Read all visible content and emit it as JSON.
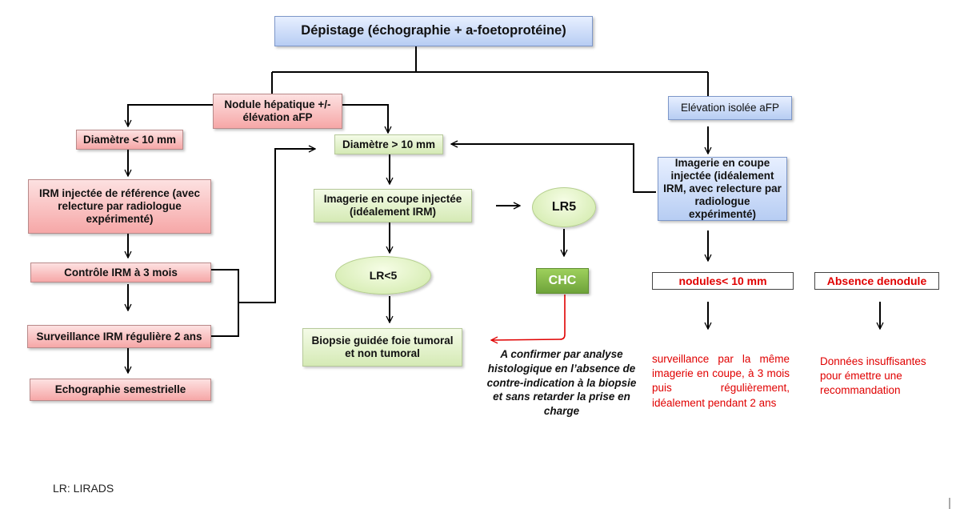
{
  "nodes": {
    "screening": "Dépistage (échographie + a-foetoprotéine)",
    "nodule": "Nodule hépatique +/- élévation aFP",
    "elevation": "Elévation isolée aFP",
    "diam_small": "Diamètre < 10 mm",
    "diam_large": "Diamètre > 10 mm",
    "irm_ref": "IRM injectée de référence (avec relecture par radiologue expérimenté)",
    "imaging_green": "Imagerie en coupe injectée (idéalement IRM)",
    "imaging_blue": "Imagerie en coupe injectée (idéalement IRM, avec relecture par radiologue expérimenté)",
    "lr5": "LR5",
    "lr_lt5": "LR<5",
    "chc": "CHC",
    "control_irm": "Contrôle IRM à 3 mois",
    "biopsy": "Biopsie guidée foie tumoral et non tumoral",
    "surveillance_irm": "Surveillance IRM régulière 2 ans",
    "echo": "Echographie semestrielle",
    "nodules_small": "nodules< 10 mm",
    "absence_nodule": "Absence denodule"
  },
  "notes": {
    "confirm": "A confirmer par analyse histologique en l’absence de contre-indication à la biopsie et sans retarder la prise en charge",
    "surveillance_text": "surveillance par la même imagerie en coupe, à 3 mois puis régulièrement, idéalement pendant 2 ans",
    "insufficient": "Données insuffisantes pour émettre une recommandation"
  },
  "legend": "LR: LIRADS",
  "colors": {
    "pink": "#f6a7a7",
    "green": "#d5eab5",
    "blue": "#b7cdf3",
    "chc": "#6ea33a",
    "red_text": "#e00000",
    "red_arrow": "#e00000"
  }
}
